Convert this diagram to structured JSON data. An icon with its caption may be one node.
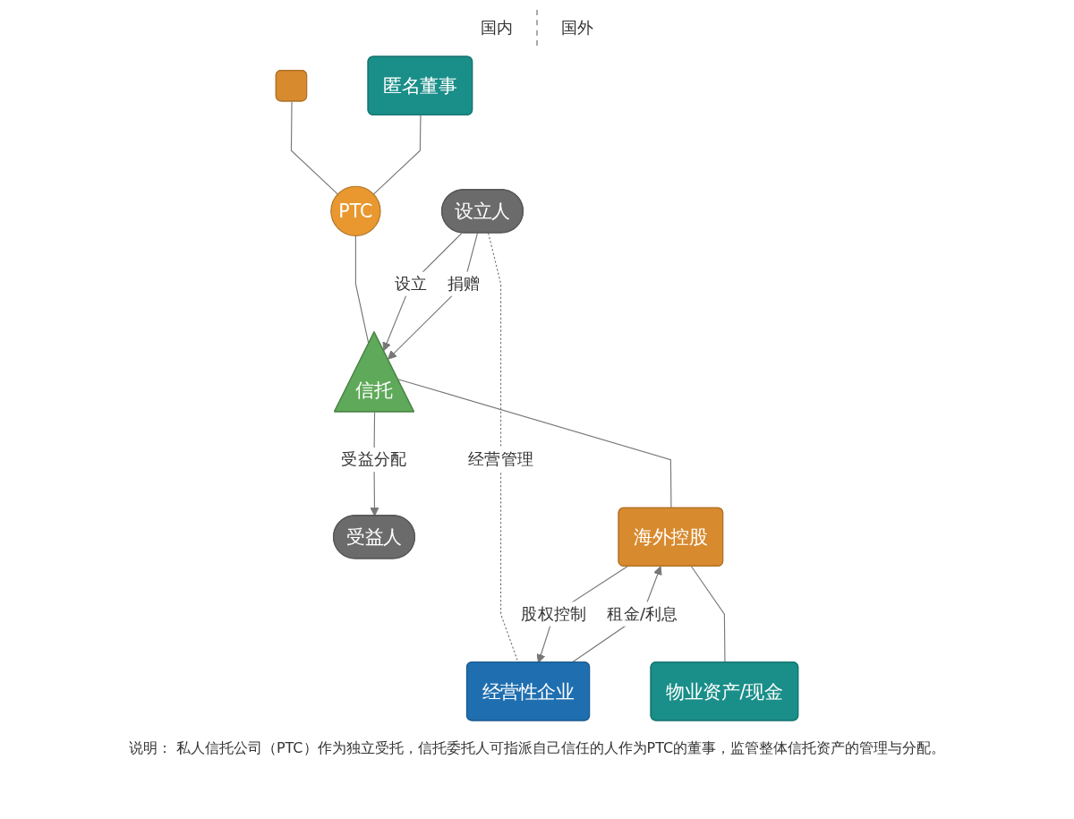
{
  "diagram": {
    "caption": "说明： 私人信托公司（PTC）作为独立受托，信托委托人可指派自己信任的人作为PTC的董事，监管整体信托资产的管理与分配。",
    "nodes": [
      {
        "text": [],
        "shape": "box"
      },
      {
        "text": [
          "匿名董事"
        ]
      },
      {
        "text": [
          "PTC"
        ]
      },
      {
        "text": [
          "设立人"
        ]
      },
      {
        "text": [
          "信托"
        ]
      },
      {
        "text": [
          "受益人"
        ]
      },
      {
        "text": [
          "经营性企业"
        ]
      },
      {
        "text": [
          "海外控股"
        ]
      },
      {
        "text": [
          "物业资产/现金"
        ]
      }
    ],
    "edges": [
      {
        "from": 0,
        "to": 2,
        "arrow": "none"
      },
      {
        "from": 1,
        "to": 2,
        "arrow": "none"
      },
      {
        "from": 2,
        "to": 4,
        "arrow": "none"
      },
      {
        "from": 3,
        "to": 4,
        "arrow": "to",
        "label": "设立"
      },
      {
        "from": 3,
        "to": 4,
        "arrow": "to",
        "label": "捐赠"
      },
      {
        "from": 4,
        "to": 5,
        "arrow": "to",
        "label": "受益分配"
      },
      {
        "from": 3,
        "to": 6,
        "arrow": "none",
        "label": "经营管理",
        "style": "dashed"
      },
      {
        "from": 4,
        "to": 7,
        "arrow": "none"
      },
      {
        "from": 6,
        "to": 7,
        "arrow": "to",
        "label": "租金/利息"
      },
      {
        "from": 7,
        "to": 6,
        "arrow": "to",
        "label": "股权控制"
      },
      {
        "from": 7,
        "to": 8,
        "arrow": "none"
      }
    ],
    "labels": [
      "国内",
      "国外"
    ]
  }
}
